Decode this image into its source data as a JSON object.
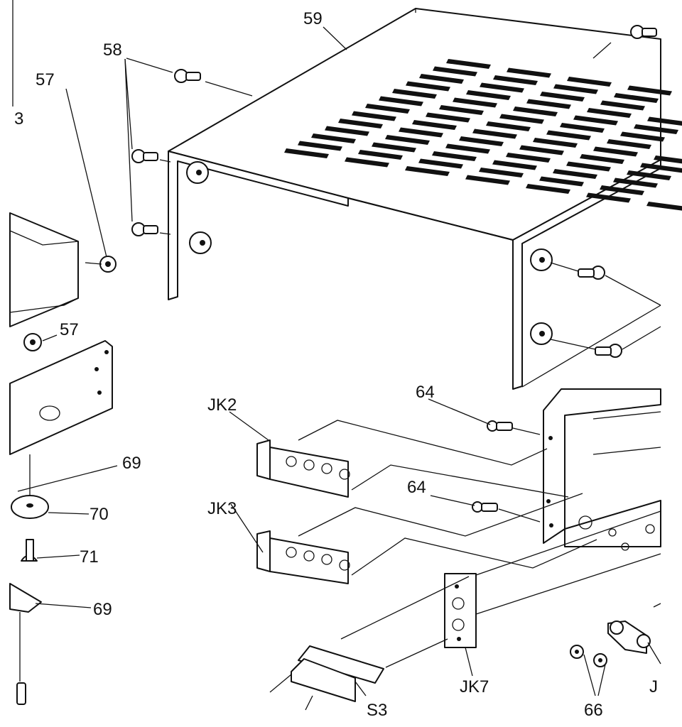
{
  "labels": {
    "l59": "59",
    "l58": "58",
    "l57a": "57",
    "l57b": "57",
    "l3": "3",
    "l64a": "64",
    "l64b": "64",
    "jk2": "JK2",
    "jk3": "JK3",
    "l69a": "69",
    "l69b": "69",
    "l70": "70",
    "l71": "71",
    "jk7": "JK7",
    "s3": "S3",
    "l66": "66",
    "lj": "J"
  }
}
